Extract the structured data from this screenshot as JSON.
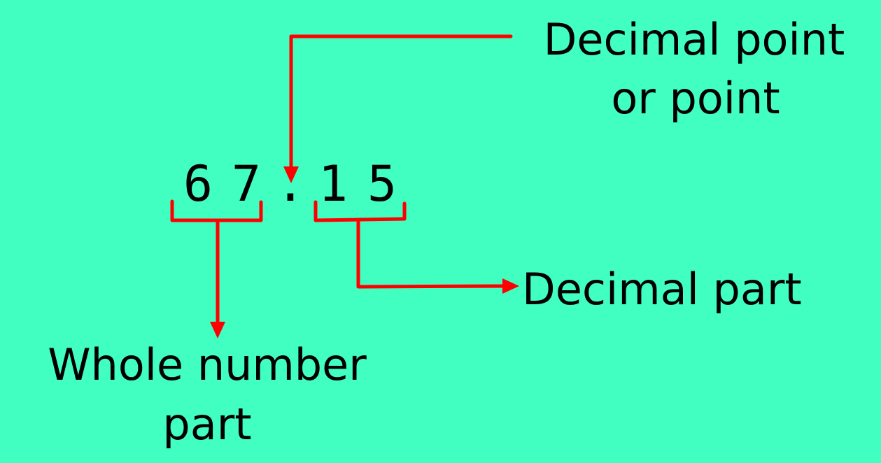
{
  "number": {
    "whole_digits": [
      "6",
      "7"
    ],
    "point": ".",
    "decimal_digits": [
      "1",
      "5"
    ]
  },
  "labels": {
    "decimal_point_line1": "Decimal point",
    "decimal_point_line2": "or point",
    "decimal_part": "Decimal part",
    "whole_line1": "Whole number",
    "whole_line2": "part"
  },
  "colors": {
    "background": "#40FFC0",
    "arrow": "#FF0000",
    "text": "#000000"
  }
}
